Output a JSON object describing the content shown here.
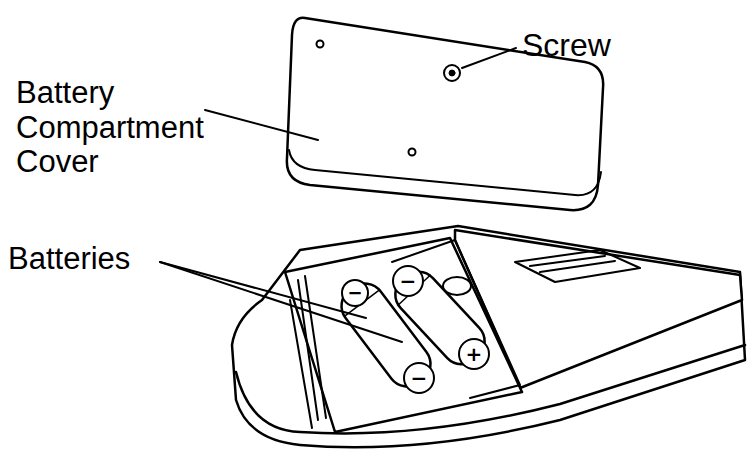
{
  "diagram": {
    "labels": [
      "Screw",
      "Battery Compartment Cover",
      "Batteries",
      "−",
      "−",
      "−",
      "+"
    ]
  }
}
